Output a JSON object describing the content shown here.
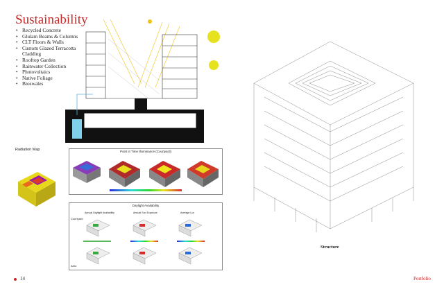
{
  "page": {
    "title": "Sustainability",
    "features": [
      "Recycled Concrete",
      "Glulam Beams & Columns",
      "CLT Floors & Walls",
      "Custom Glazed Terracotta Cladding",
      "Rooftop Garden",
      "Rainwater Collection",
      "Photovoltaics",
      "Native Foliage",
      "Bioswales"
    ],
    "radiation_label": "Radiation Map",
    "illuminance_title": "Point in Time Illuminance (Courtyard)",
    "daylight_title": "Daylight Availability",
    "daylight_row1": "Courtyard",
    "daylight_row2": "Atrio",
    "daylight_cols": [
      "Annual Daylight Availability",
      "Annual Sun Exposure",
      "Average Lux"
    ],
    "structure_label": "Structure",
    "page_number": "14",
    "footer": "Portfolio",
    "accent_color": "#c62828"
  }
}
